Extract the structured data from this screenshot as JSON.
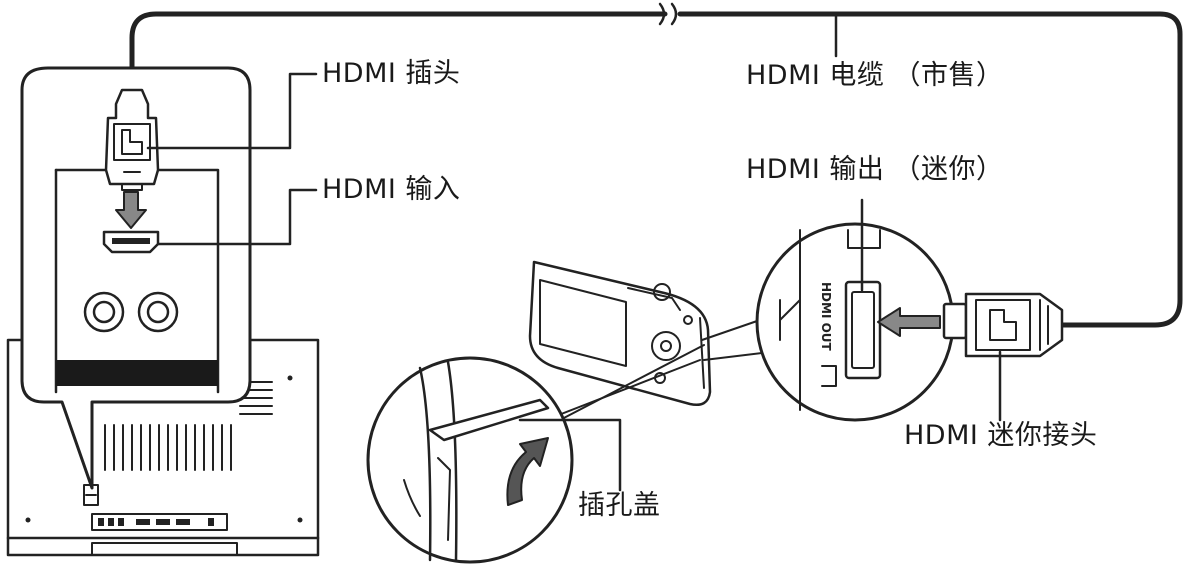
{
  "labels": {
    "hdmi_plug": "HDMI 插头",
    "hdmi_input": "HDMI 输入",
    "hdmi_cable": "HDMI 电缆 （市售）",
    "hdmi_output_mini": "HDMI 输出 （迷你）",
    "hdmi_mini_connector": "HDMI 迷你接头",
    "port_cover": "插孔盖",
    "port_marking": "HDMI OUT"
  }
}
